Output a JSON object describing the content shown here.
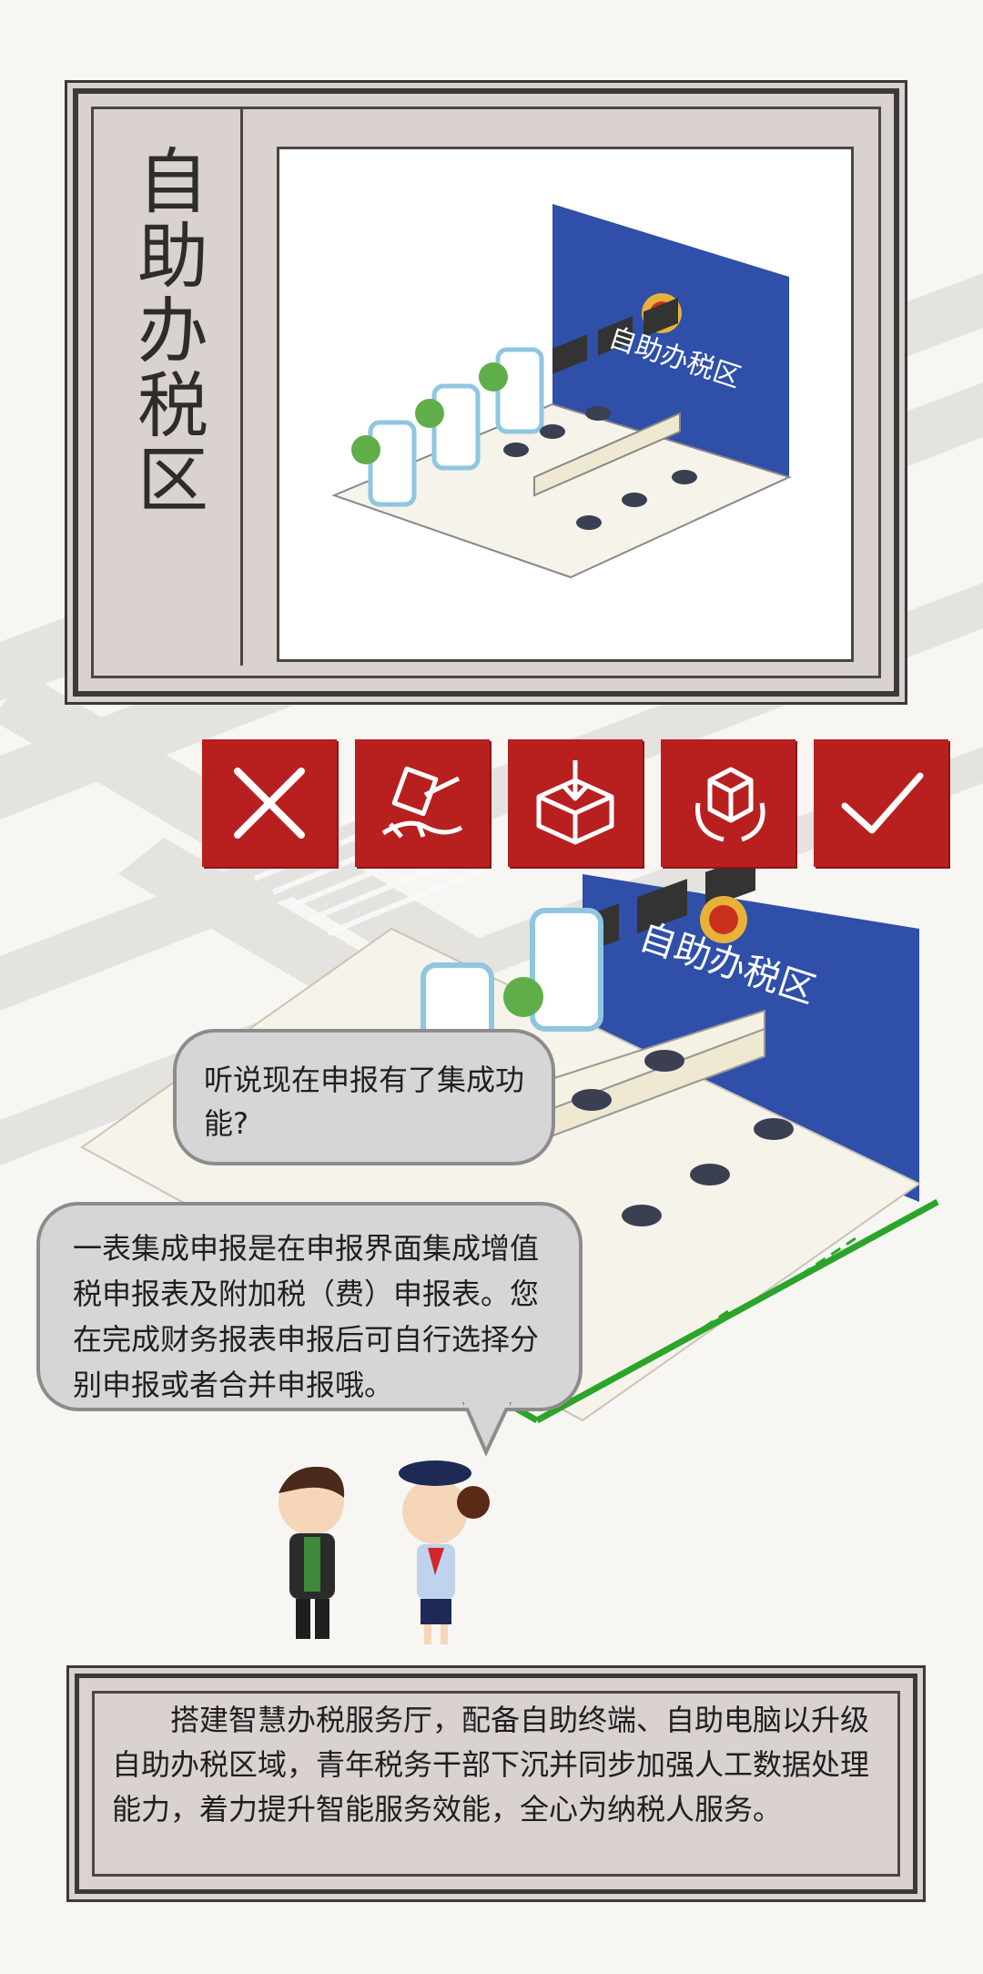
{
  "header": {
    "title": "自助办税区"
  },
  "illustration": {
    "wall_sign": "自助办税区",
    "scene_sign": "自助办税区"
  },
  "icons": [
    {
      "name": "cross-icon"
    },
    {
      "name": "gavel-icon"
    },
    {
      "name": "box-download-icon"
    },
    {
      "name": "box-rotate-icon"
    },
    {
      "name": "checkmark-icon"
    }
  ],
  "dialog": {
    "question": "听说现在申报有了集成功能?",
    "answer": "一表集成申报是在申报界面集成增值税申报表及附加税（费）申报表。您在完成财务报表申报后可自行选择分别申报或者合并申报哦。"
  },
  "footer": {
    "text": "搭建智慧办税服务厅，配备自助终端、自助电脑以升级自助办税区域，青年税务干部下沉并同步加强人工数据处理能力，着力提升智能服务效能，全心为纳税人服务。"
  },
  "colors": {
    "accent": "#b8201f",
    "wall": "#2f4fa8",
    "frame": "#d9d2cf",
    "green": "#2aa52a"
  }
}
